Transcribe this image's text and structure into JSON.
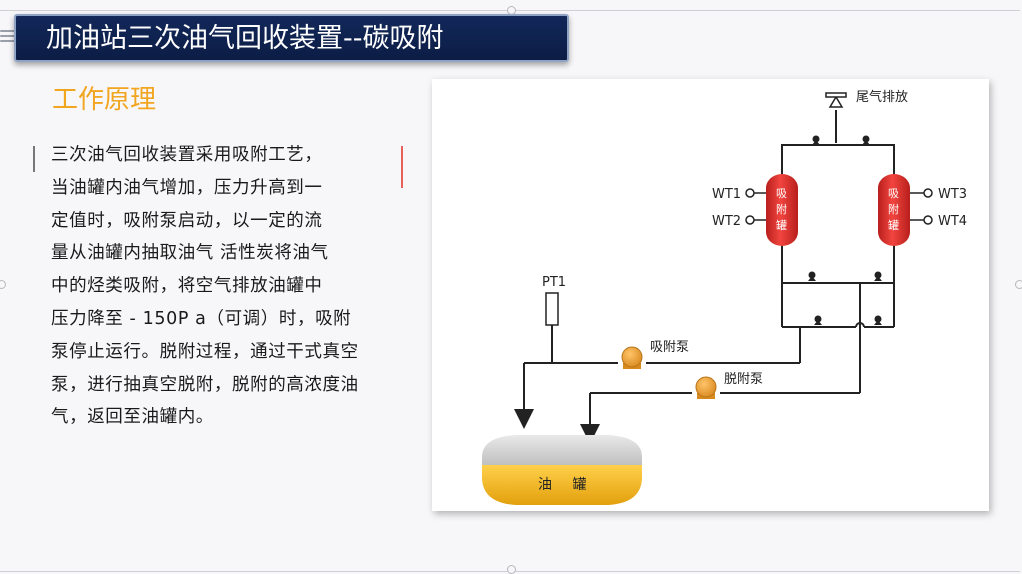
{
  "slide": {
    "title": "加油站三次油气回收装置--碳吸附",
    "section_heading": "工作原理",
    "body_lines": [
      "三次油气回收装置采用吸附工艺，",
      "当油罐内油气增加，压力升高到一",
      "定值时，吸附泵启动，以一定的流",
      "量从油罐内抽取油气 活性炭将油气",
      "中的烃类吸附，将空气排放油罐中",
      "压力降至 - 150P a（可调）时，吸附",
      "泵停止运行。脱附过程，通过干式真空",
      "泵，进行抽真空脱附，脱附的高浓度油",
      "气，返回至油罐内。"
    ]
  },
  "diagram": {
    "exhaust_label": "尾气排放",
    "vessel_left_label": [
      "吸",
      "附",
      "罐"
    ],
    "vessel_right_label": [
      "吸",
      "附",
      "罐"
    ],
    "wt1": "WT1",
    "wt2": "WT2",
    "wt3": "WT3",
    "wt4": "WT4",
    "pt1": "PT1",
    "adsorption_pump": "吸附泵",
    "desorption_pump": "脱附泵",
    "tank_label": "油 罐",
    "colors": {
      "vessel_red": "#e5322d",
      "pump_orange": "#e9a23b",
      "tank_gold": "#f2b21c",
      "pipe": "#222222"
    }
  }
}
